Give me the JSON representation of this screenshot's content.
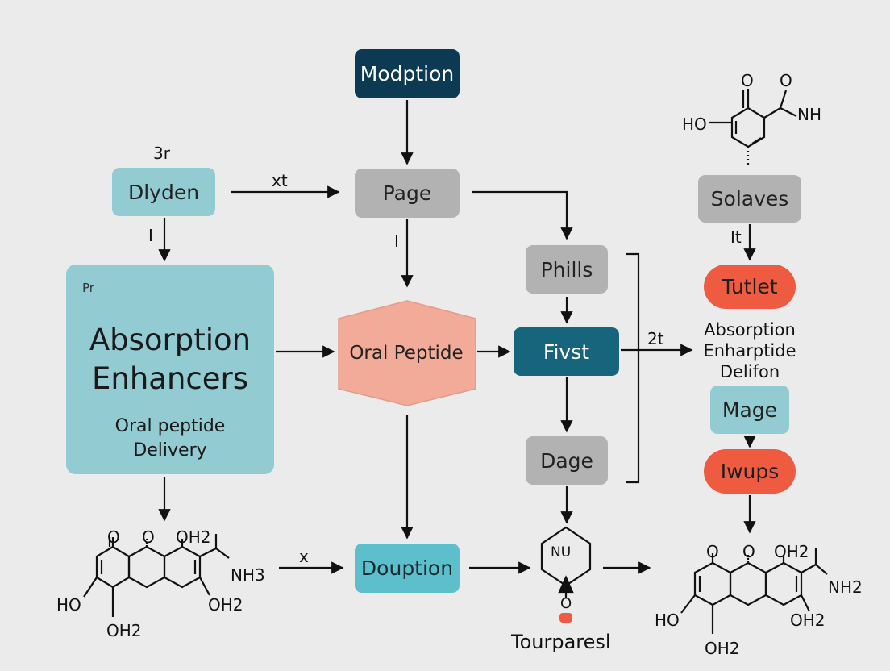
{
  "nodes": {
    "modption": "Modption",
    "page": "Page",
    "dlyden": "Dlyden",
    "absorption_enhancers": {
      "tag": "Pr",
      "title_line1": "Absorption",
      "title_line2": "Enhancers",
      "sub_line1": "Oral peptide",
      "sub_line2": "Delivery"
    },
    "oral_peptide": "Oral Peptide",
    "phills": "Phills",
    "fivst": "Fivst",
    "dage": "Dage",
    "douption": "Douption",
    "solaves": "Solaves",
    "tutlet": "Tutlet",
    "mage": "Mage",
    "iwups": "Iwups",
    "side_label": {
      "line1": "Absorption",
      "line2": "Enharptide",
      "line3": "Delifon"
    }
  },
  "edge_labels": {
    "dlyden_top": "3r",
    "dlyden_to_page": "xt",
    "dlyden_down": "I",
    "page_down": "I",
    "fivst_to_side": "2t",
    "solaves_down": "It",
    "mol_to_douption": "x"
  },
  "molecules": {
    "top_right": {
      "left": "HO",
      "top1": "O",
      "top2": "O",
      "right": "NH"
    },
    "bottom_left": {
      "o1": "O",
      "o2": "O",
      "oh2_top": "OH2",
      "nh3": "NH3",
      "ho": "HO",
      "oh2_right": "OH2",
      "oh2_bottom": "OH2"
    },
    "center_ring": {
      "ring": "NU",
      "o": "O",
      "label": "Tourparesl"
    },
    "bottom_right": {
      "o1": "O",
      "o2": "O",
      "oh2_top": "OH2",
      "nh2": "NH2",
      "ho": "HO",
      "oh2_right": "OH2",
      "oh2_bottom": "OH2"
    }
  },
  "colors": {
    "teal": "#93cbd3",
    "grey": "#b2b2b2",
    "navy": "#0c3a52",
    "blue": "#17647d",
    "cyan": "#5dbfcb",
    "coral_box": "#ee5b41",
    "hexagon": "#f2ab98"
  }
}
